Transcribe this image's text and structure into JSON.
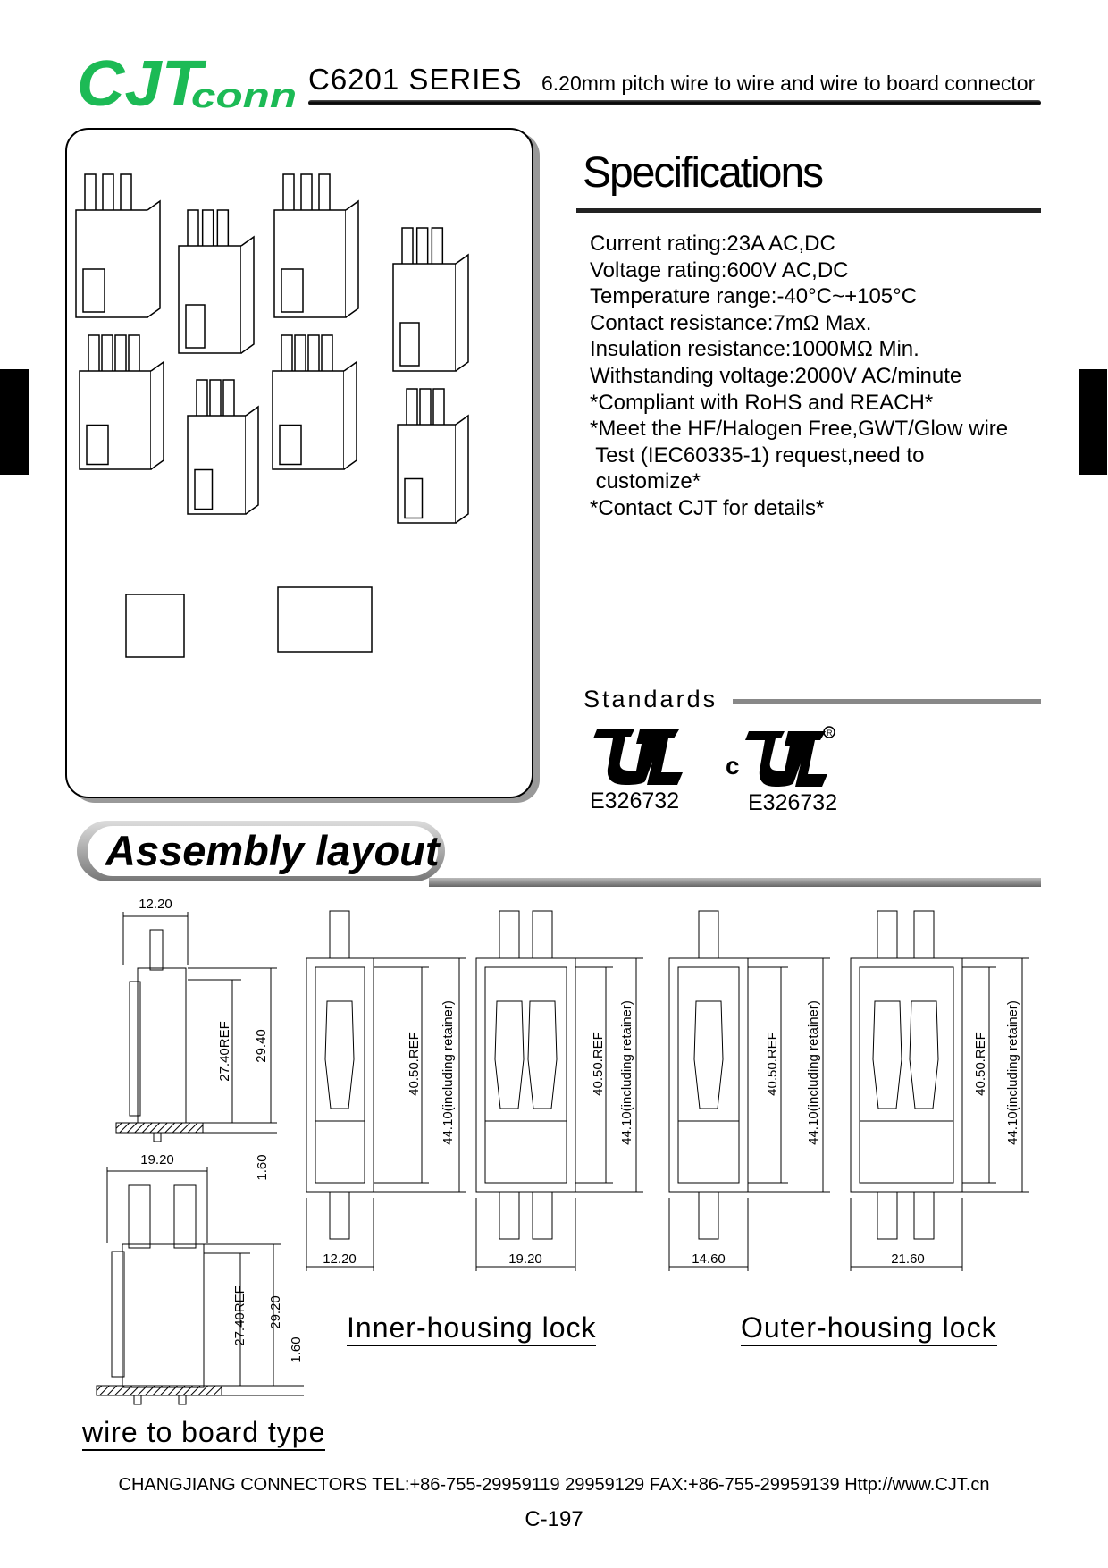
{
  "header": {
    "logo_text": "CJTconn",
    "series": "C6201 SERIES",
    "subtitle": "6.20mm pitch wire to wire and wire to board connector",
    "brand_color": "#1db954"
  },
  "specifications": {
    "title": "Specifications",
    "items": [
      "Current rating:23A AC,DC",
      "Voltage rating:600V AC,DC",
      "Temperature range:-40°C~+105°C",
      "Contact resistance:7mΩ Max.",
      "Insulation resistance:1000MΩ Min.",
      "Withstanding voltage:2000V AC/minute",
      "*Compliant with RoHS and REACH*",
      "*Meet the HF/Halogen Free,GWT/Glow wire",
      " Test (IEC60335-1) request,need to",
      " customize*",
      "*Contact CJT for details*"
    ]
  },
  "standards": {
    "title": "Standards",
    "logos": [
      {
        "icon": "ul-recognized-icon",
        "text": "UL",
        "number": "E326732"
      },
      {
        "icon": "cul-recognized-icon",
        "text": "c UL ®",
        "number": "E326732"
      }
    ]
  },
  "assembly": {
    "title": "Assembly layout",
    "board_views": [
      {
        "width": "12.20",
        "ref": "27.40REF",
        "height": "29.40",
        "board": "1.60"
      },
      {
        "width": "19.20",
        "ref": "27.40REF",
        "height": "29.20",
        "board": "1.60"
      }
    ],
    "wire_views": [
      {
        "width": "12.20",
        "ref": "40.50.REF",
        "total": "44.10(including retainer)"
      },
      {
        "width": "19.20",
        "ref": "40.50.REF",
        "total": "44.10(including retainer)"
      },
      {
        "width": "14.60",
        "ref": "40.50.REF",
        "total": "44.10(including retainer)"
      },
      {
        "width": "21.60",
        "ref": "40.50.REF",
        "total": "44.10(including retainer)"
      }
    ],
    "inner_label": "Inner-housing lock",
    "outer_label": "Outer-housing lock",
    "wtb_label": "wire to board type"
  },
  "footer": {
    "contact": "CHANGJIANG CONNECTORS  TEL:+86-755-29959119 29959129  FAX:+86-755-29959139 Http://www.CJT.cn",
    "page": "C-197"
  }
}
